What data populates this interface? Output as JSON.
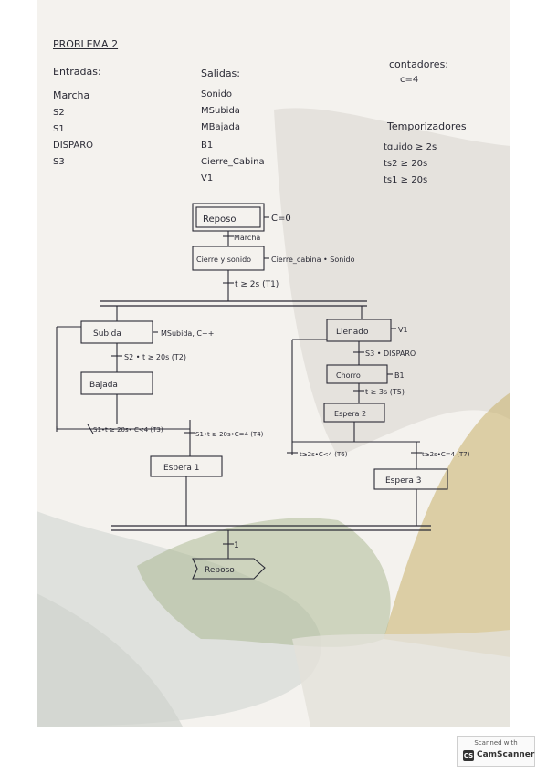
{
  "title": "PROBLEMA 2",
  "inputs": {
    "heading": "Entradas:",
    "items": [
      "Marcha",
      "S2",
      "S1",
      "DISPARO",
      "S3"
    ]
  },
  "outputs": {
    "heading": "Salidas:",
    "items": [
      "Sonido",
      "MSubida",
      "MBajada",
      "B1",
      "Cierre_Cabina",
      "V1"
    ]
  },
  "counters": {
    "heading": "contadores:",
    "items": [
      "c=4"
    ]
  },
  "timers": {
    "heading": "Temporizadores",
    "items": [
      "tɑuido ≥ 2s",
      "ts2 ≥ 20s",
      "ts1 ≥ 20s"
    ]
  },
  "grafcet": {
    "initial_step": "Reposo",
    "initial_action": "C=0",
    "t_marcha": "Marcha",
    "step_cierre": "Cierre y sonido",
    "action_cierre": "Cierre_cabina • Sonido",
    "t1": "t ≥ 2s (T1)",
    "step_subida": "Subida",
    "action_subida": "MSubida, C++",
    "t2": "S2 • t ≥ 20s (T2)",
    "step_bajada": "Bajada",
    "t3": "S1•t ≥ 20s• C<4 (T3)",
    "t4": "S1•t ≥ 20s•C=4 (T4)",
    "step_espera1": "Espera 1",
    "step_llenado": "Llenado",
    "action_llenado": "V1",
    "t_s3": "S3 • DISPARO",
    "step_chorro": "Chorro",
    "action_chorro": "B1",
    "t5": "t ≥ 3s (T5)",
    "step_espera2": "Espera 2",
    "t6": "t≥2s•C<4 (T6)",
    "t7": "t≥2s•C=4 (T7)",
    "step_espera3": "Espera 3",
    "t_final": "1",
    "final_step": "Reposo"
  },
  "scanner": {
    "top": "Scanned with",
    "logo": "CS",
    "brand": "CamScanner"
  }
}
